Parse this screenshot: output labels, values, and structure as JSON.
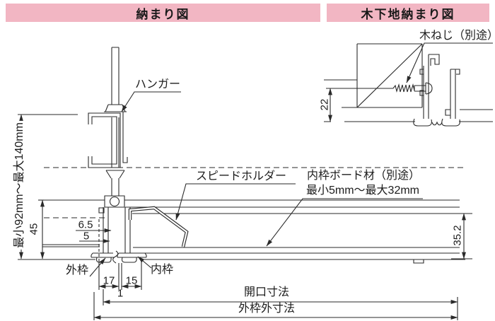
{
  "colors": {
    "header_bg": "#F2B6C3",
    "line": "#2A2A2A",
    "text": "#1C1C1C"
  },
  "headers": {
    "left_title": "納まり図",
    "right_title": "木下地納まり図"
  },
  "main_diagram": {
    "labels": {
      "hanger": "ハンガー",
      "speed_holder": "スピードホルダー",
      "inner_board_line1": "内枠ボード材（別途）",
      "inner_board_line2": "最小5mm〜最大32mm",
      "outer_frame": "外枠",
      "inner_frame": "内枠"
    },
    "dimensions": {
      "height_range": "最小92mm〜最大140mm",
      "frame_height": "45",
      "offset_a": "6.5",
      "offset_b": "5",
      "board_space": "35.2",
      "outer_flange_width": "17",
      "inner_flange_width": "15",
      "flange_gap": "1",
      "opening": "開口寸法",
      "outer_width": "外枠外寸法"
    }
  },
  "sub_diagram": {
    "labels": {
      "wood_screw": "木ねじ（別途）"
    },
    "dimensions": {
      "screw_depth": "22"
    }
  }
}
